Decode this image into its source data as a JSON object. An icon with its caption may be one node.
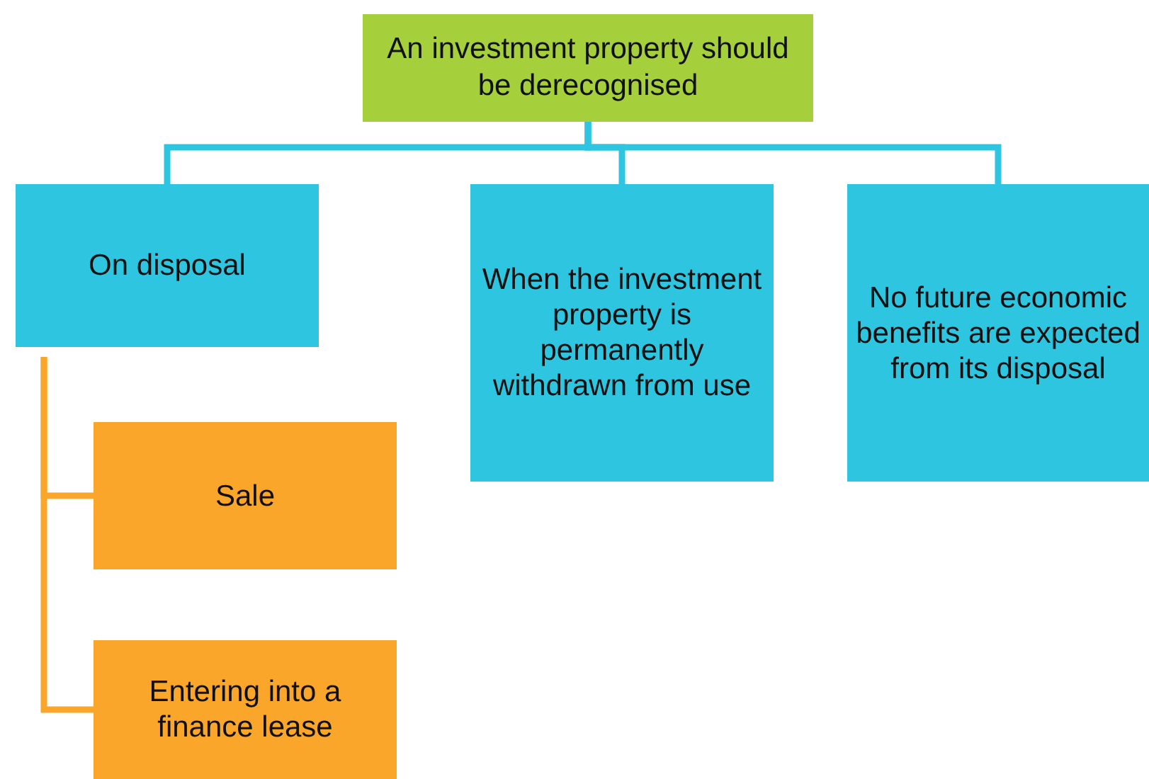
{
  "diagram": {
    "nodes": [
      {
        "text": [
          "An investment property should be derecognised"
        ]
      },
      {
        "text": [
          "On disposal"
        ]
      },
      {
        "text": [
          "When the investment property is permanently withdrawn from use"
        ]
      },
      {
        "text": [
          "No future economic benefits are expected from its disposal"
        ]
      },
      {
        "text": [
          "Sale"
        ]
      },
      {
        "text": [
          "Entering into a finance lease"
        ]
      }
    ],
    "edges": [
      {
        "from": 0,
        "to": 1,
        "arrow": "none"
      },
      {
        "from": 0,
        "to": 2,
        "arrow": "none"
      },
      {
        "from": 0,
        "to": 3,
        "arrow": "none"
      },
      {
        "from": 1,
        "to": 4,
        "arrow": "none",
        "color": "#f9a62b"
      },
      {
        "from": 1,
        "to": 5,
        "arrow": "none",
        "color": "#f9a62b"
      }
    ]
  }
}
